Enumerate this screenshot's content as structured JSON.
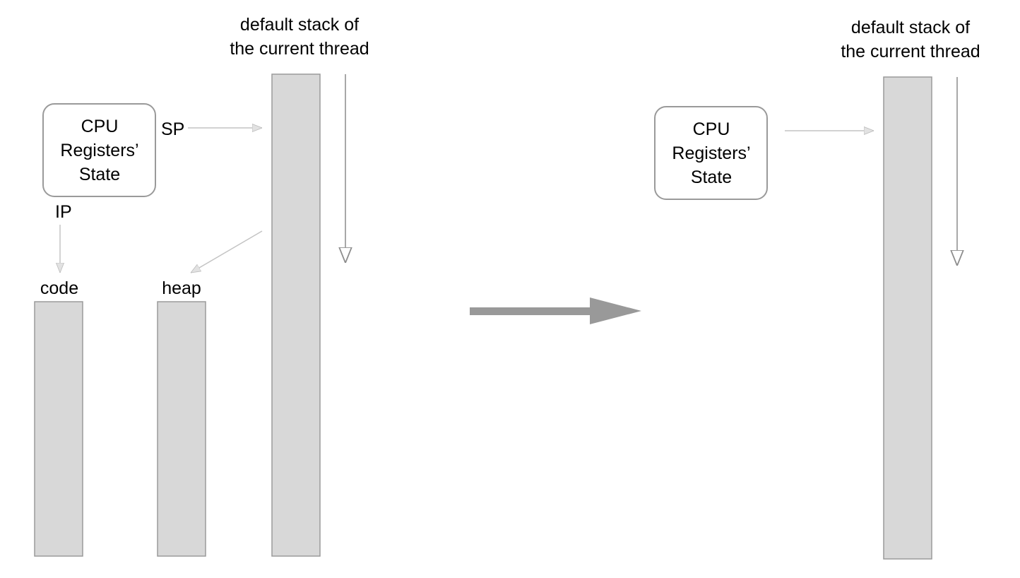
{
  "before": {
    "registers_box": {
      "line1": "CPU",
      "line2": "Registers’",
      "line3": "State"
    },
    "sp_label": "SP",
    "ip_label": "IP",
    "code_label": "code",
    "heap_label": "heap",
    "stack_label": {
      "line1": "default stack of",
      "line2": "the current thread"
    }
  },
  "after": {
    "registers_box": {
      "line1": "CPU",
      "line2": "Registers’",
      "line3": "State"
    },
    "stack_label": {
      "line1": "default stack of",
      "line2": "the current thread"
    }
  },
  "colors": {
    "memory_bar_fill": "#d8d8d8",
    "memory_bar_stroke": "#9a9a9a",
    "connector": "#c4c4c4",
    "transition_arrow": "#999999"
  }
}
